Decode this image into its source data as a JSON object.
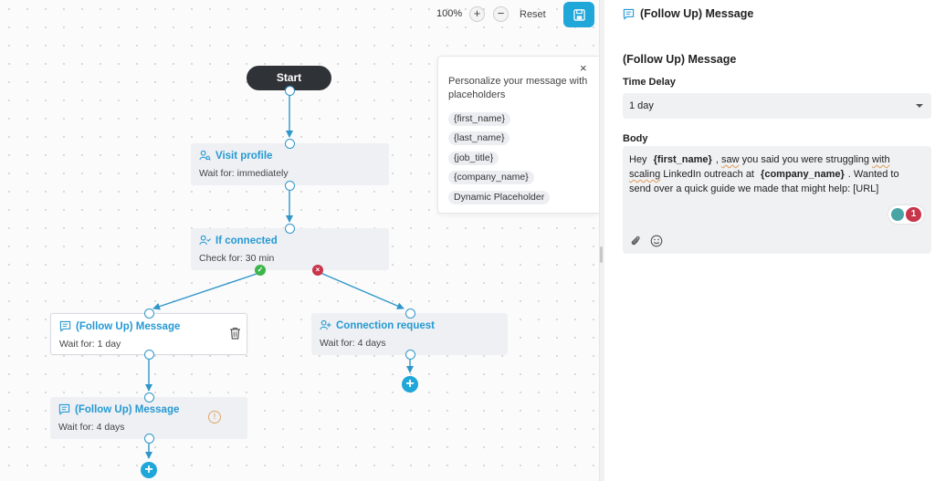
{
  "toolbar": {
    "zoom_level": "100%",
    "zoom_in_label": "+",
    "zoom_out_label": "−",
    "reset_label": "Reset"
  },
  "flow": {
    "start_label": "Start",
    "nodes": {
      "visit_profile": {
        "title": "Visit profile",
        "subtitle": "Wait for: immediately"
      },
      "if_connected": {
        "title": "If connected",
        "subtitle": "Check for: 30 min"
      },
      "follow_up_1": {
        "title": "(Follow Up) Message",
        "subtitle": "Wait for: 1 day"
      },
      "connection_request": {
        "title": "Connection request",
        "subtitle": "Wait for: 4 days"
      },
      "follow_up_2": {
        "title": "(Follow Up) Message",
        "subtitle": "Wait for: 4 days"
      }
    },
    "yes_symbol": "✓",
    "no_symbol": "×",
    "add_symbol": "+",
    "warning_symbol": "!"
  },
  "popup": {
    "close_label": "×",
    "description": "Personalize your message with placeholders",
    "placeholders": [
      "{first_name}",
      "{last_name}",
      "{job_title}",
      "{company_name}",
      "Dynamic Placeholder"
    ]
  },
  "panel": {
    "header_title": "(Follow Up) Message",
    "title": "(Follow Up) Message",
    "time_delay_label": "Time Delay",
    "time_delay_value": "1 day",
    "body_label": "Body",
    "body": {
      "t1": "Hey ",
      "ph1": "{first_name}",
      "t2": ", ",
      "w1": "saw",
      "t3": " you said you were struggling ",
      "w2": "with scaling",
      "t4": " LinkedIn outreach at ",
      "ph2": "{company_name}",
      "t5": ". Wanted to send over a quick guide we made that might help: [URL]"
    },
    "ai_count": "1"
  },
  "colors": {
    "accent": "#1ea7d8",
    "node_title": "#2599d3",
    "edge": "#2f96c9",
    "start_bg": "#2f3338",
    "yes": "#3cb54a",
    "no": "#c9354a",
    "warning": "#e0a66b"
  }
}
